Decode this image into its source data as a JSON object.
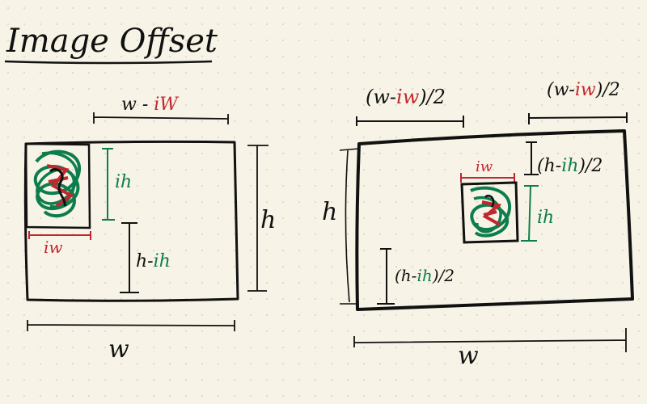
{
  "title": "Image Offset",
  "colors": {
    "paper": "#f7f3e6",
    "grid_dot": "#d9d3c2",
    "ink": "#111111",
    "red": "#c2272d",
    "green": "#0d7d4e"
  },
  "left_diagram": {
    "top_label_black": "w - ",
    "top_label_red": "iW",
    "image_height_label": "ih",
    "image_width_label": "iw",
    "offset_height_black": "h-",
    "offset_height_green": "ih",
    "outer_height_label": "h",
    "outer_width_label": "w"
  },
  "right_diagram": {
    "top_left_label_1": "(w-",
    "top_left_label_red": "iw",
    "top_left_label_2": ")/2",
    "top_right_label_1": "(w-",
    "top_right_label_red": "iw",
    "top_right_label_2": ")/2",
    "vertical_offset_top_1": "(h-",
    "vertical_offset_top_green": "ih",
    "vertical_offset_top_2": ")/2",
    "vertical_offset_bottom_1": "(h-",
    "vertical_offset_bottom_green": "ih",
    "vertical_offset_bottom_2": ")/2",
    "image_width_label": "iw",
    "image_height_label": "ih",
    "outer_height_label": "h",
    "outer_width_label": "w"
  }
}
